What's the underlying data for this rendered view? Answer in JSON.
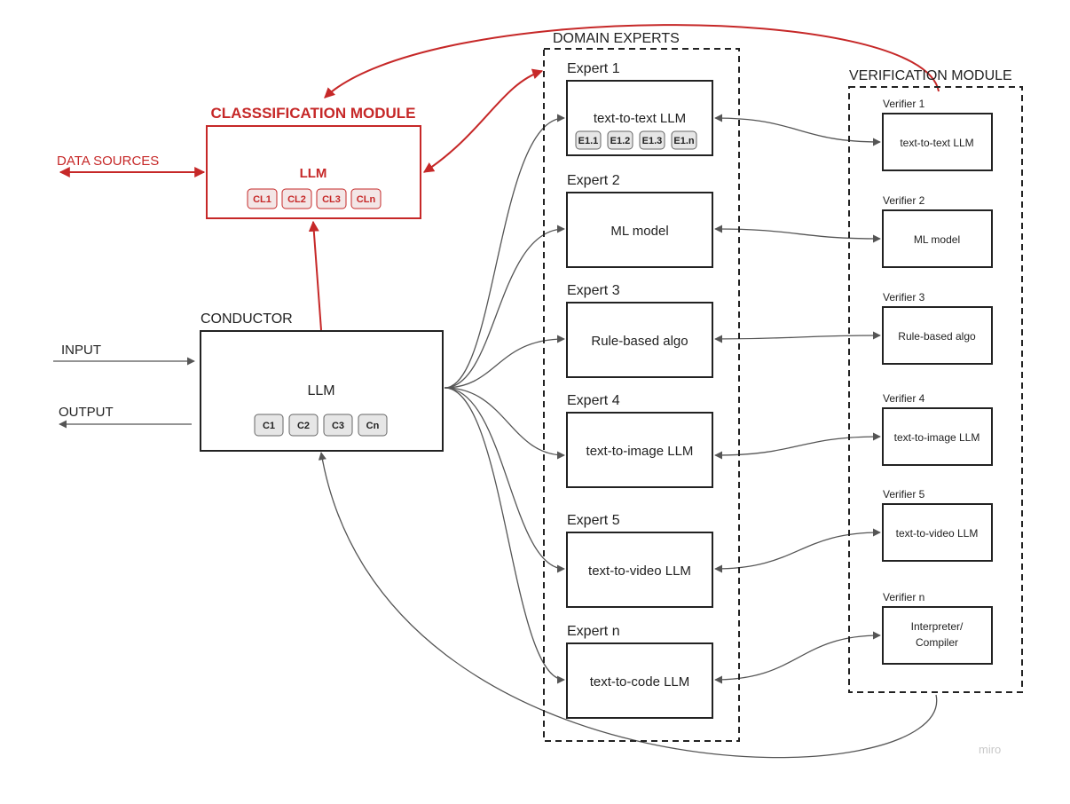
{
  "colors": {
    "accent": "#c62828",
    "line": "#555555",
    "chip_fill": "#e6e6e6",
    "accent_chip_fill": "#f3e6e6",
    "watermark": "#c9c9c9"
  },
  "classification": {
    "title": "CLASSSIFICATION MODULE",
    "llm_label": "LLM",
    "chips": [
      "CL1",
      "CL2",
      "CL3",
      "CLn"
    ]
  },
  "data_sources_label": "DATA SOURCES",
  "conductor": {
    "title": "CONDUCTOR",
    "llm_label": "LLM",
    "chips": [
      "C1",
      "C2",
      "C3",
      "Cn"
    ]
  },
  "io": {
    "input_label": "INPUT",
    "output_label": "OUTPUT"
  },
  "domain_experts": {
    "title": "DOMAIN EXPERTS",
    "experts": [
      {
        "title": "Expert 1",
        "label": "text-to-text LLM",
        "chips": [
          "E1.1",
          "E1.2",
          "E1.3",
          "E1.n"
        ]
      },
      {
        "title": "Expert 2",
        "label": "ML model"
      },
      {
        "title": "Expert 3",
        "label": "Rule-based algo"
      },
      {
        "title": "Expert 4",
        "label": "text-to-image LLM"
      },
      {
        "title": "Expert 5",
        "label": "text-to-video LLM"
      },
      {
        "title": "Expert n",
        "label": "text-to-code LLM"
      }
    ]
  },
  "verification": {
    "title": "VERIFICATION MODULE",
    "verifiers": [
      {
        "title": "Verifier 1",
        "label": "text-to-text LLM"
      },
      {
        "title": "Verifier 2",
        "label": "ML model"
      },
      {
        "title": "Verifier 3",
        "label": "Rule-based algo"
      },
      {
        "title": "Verifier 4",
        "label": "text-to-image LLM"
      },
      {
        "title": "Verifier 5",
        "label": "text-to-video LLM"
      },
      {
        "title": "Verifier n",
        "label_lines": [
          "Interpreter/",
          "Compiler"
        ]
      }
    ]
  },
  "watermark": "miro"
}
